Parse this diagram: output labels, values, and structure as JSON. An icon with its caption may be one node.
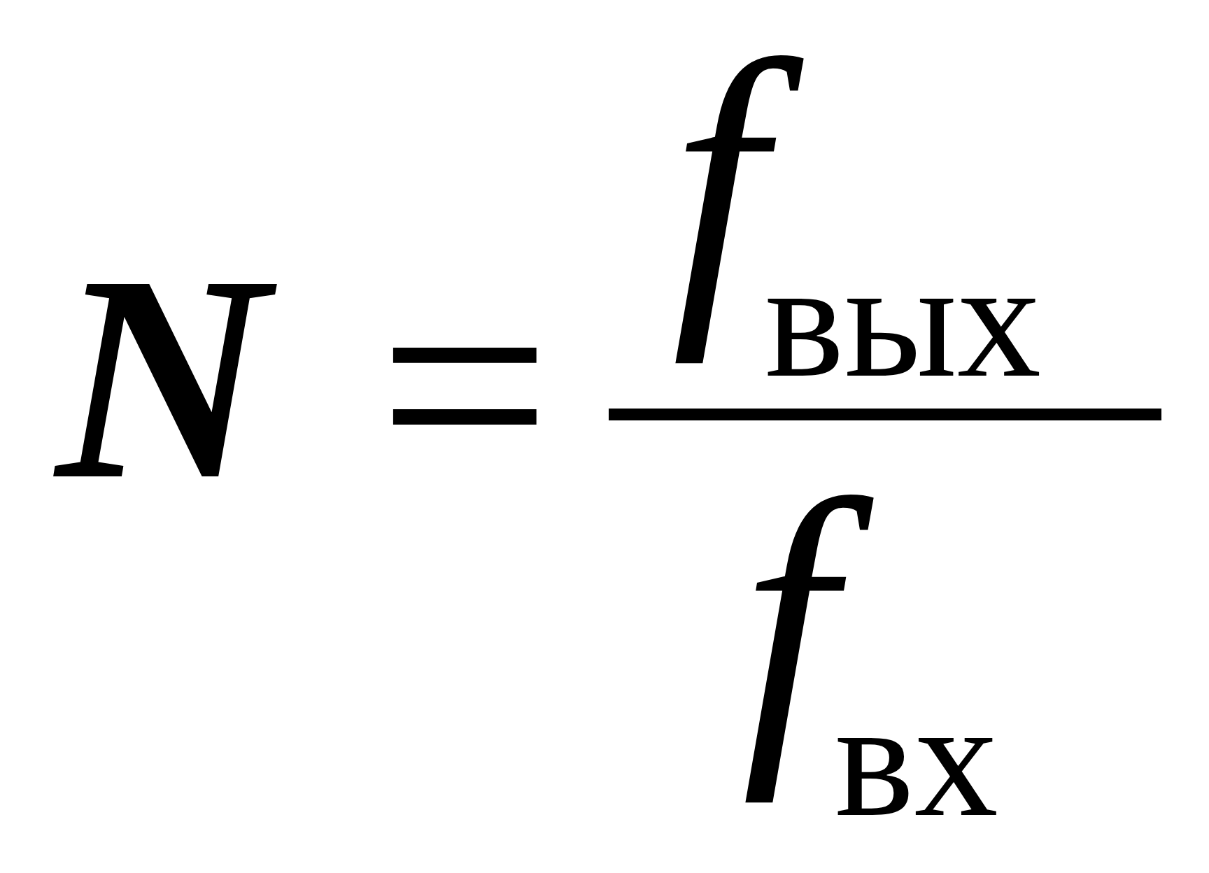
{
  "diagram": {
    "labels": [
      "N",
      "=",
      "*f*$_{вых}$",
      "*f*$_{вх}$"
    ]
  }
}
